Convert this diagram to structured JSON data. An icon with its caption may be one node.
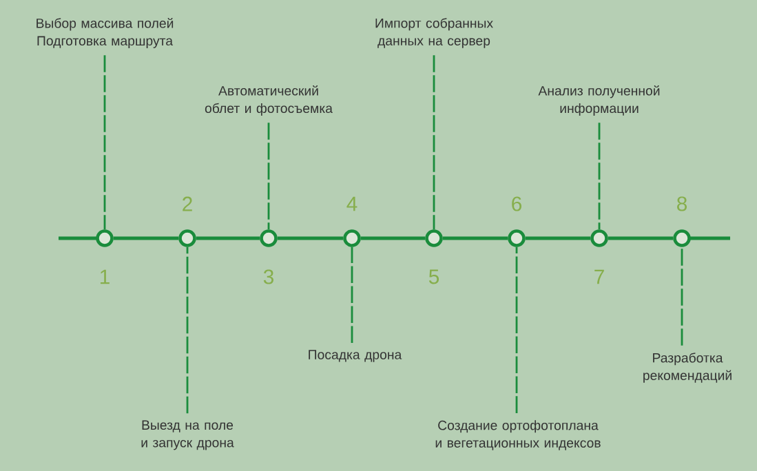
{
  "diagram": {
    "nodes": [
      {
        "text": [
          "Выбор массива полей",
          "Подготовка маршрута"
        ]
      },
      {
        "text": [
          "Выезд на поле и запуск дрона"
        ]
      },
      {
        "text": [
          "Автоматический облет и фотосъемка"
        ]
      },
      {
        "text": [
          "Посадка дрона"
        ]
      },
      {
        "text": [
          "Импорт собранных данных на сервер"
        ]
      },
      {
        "text": [
          "Создание ортофотоплана и вегетационных индексов"
        ]
      },
      {
        "text": [
          "Анализ полученной информации"
        ]
      },
      {
        "text": [
          "Разработка рекомендаций"
        ]
      },
      {
        "text": [],
        "shape": "circle"
      },
      {
        "text": [],
        "shape": "circle"
      },
      {
        "text": [],
        "shape": "circle"
      },
      {
        "text": [],
        "shape": "circle"
      },
      {
        "text": [],
        "shape": "circle"
      },
      {
        "text": [],
        "shape": "circle"
      },
      {
        "text": [],
        "shape": "circle"
      },
      {
        "text": [],
        "shape": "circle"
      }
    ],
    "edges": [
      {
        "from": 0,
        "to": 8,
        "arrow": "none",
        "style": "dashed"
      },
      {
        "from": 1,
        "to": 9,
        "arrow": "none",
        "style": "dashed"
      },
      {
        "from": 2,
        "to": 10,
        "arrow": "none",
        "style": "dashed"
      },
      {
        "from": 3,
        "to": 11,
        "arrow": "none",
        "style": "dashed"
      },
      {
        "from": 4,
        "to": 12,
        "arrow": "none",
        "style": "dashed"
      },
      {
        "from": 5,
        "to": 13,
        "arrow": "none",
        "style": "dashed"
      },
      {
        "from": 6,
        "to": 14,
        "arrow": "none",
        "style": "dashed"
      },
      {
        "from": 7,
        "to": 15,
        "arrow": "none",
        "style": "dashed"
      },
      {
        "from": 8,
        "to": 9,
        "arrow": "none"
      },
      {
        "from": 9,
        "to": 10,
        "arrow": "none"
      },
      {
        "from": 10,
        "to": 11,
        "arrow": "none"
      },
      {
        "from": 11,
        "to": 12,
        "arrow": "none"
      },
      {
        "from": 12,
        "to": 13,
        "arrow": "none"
      },
      {
        "from": 13,
        "to": 14,
        "arrow": "none"
      },
      {
        "from": 14,
        "to": 15,
        "arrow": "none"
      }
    ],
    "labels": [
      "2",
      "4",
      "6",
      "8",
      "1",
      "3",
      "5",
      "7"
    ]
  }
}
